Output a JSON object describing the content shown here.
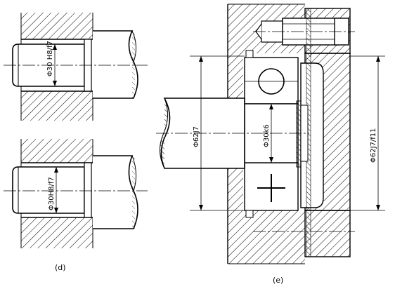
{
  "fits_d": {
    "caption": "(d)",
    "upper_fit_label": "Φ30 H8/f7",
    "lower_fit_label": "Φ30H8/f7"
  },
  "fits_e": {
    "caption": "(e)",
    "shaft_dim": "Φ62J7",
    "bearing_inner_dim": "Φ30k6",
    "housing_dim": "Φ62J7/f11"
  }
}
